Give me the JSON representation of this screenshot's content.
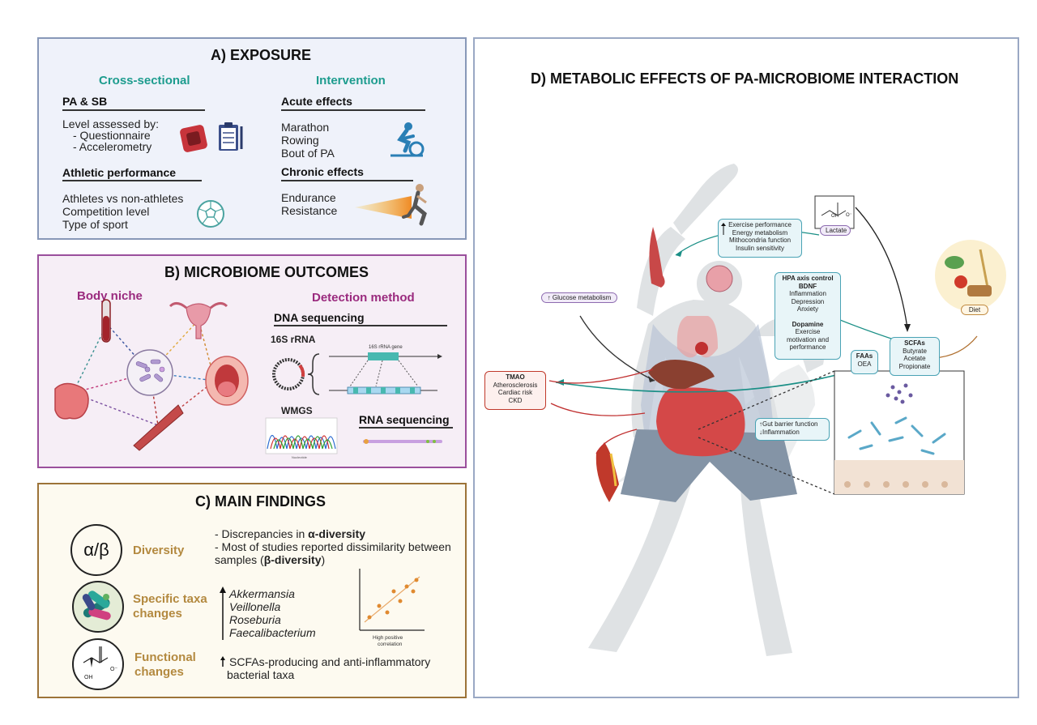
{
  "panelA": {
    "title": "A) EXPOSURE",
    "cross_sectional": "Cross-sectional",
    "intervention": "Intervention",
    "pa_sb": "PA & SB",
    "level_assessed": "Level assessed by:",
    "questionnaire": "- Questionnaire",
    "accelerometry": "- Accelerometry",
    "athletic_performance": "Athletic performance",
    "athletes_vs": "Athletes vs non-athletes",
    "competition_level": "Competition level",
    "type_of_sport": "Type of sport",
    "acute_effects": "Acute effects",
    "marathon": "Marathon",
    "rowing": "Rowing",
    "bout_of_pa": "Bout of PA",
    "chronic_effects": "Chronic effects",
    "endurance": "Endurance",
    "resistance": "Resistance"
  },
  "panelB": {
    "title": "B) MICROBIOME OUTCOMES",
    "body_niche": "Body niche",
    "detection_method": "Detection method",
    "dna_sequencing": "DNA sequencing",
    "rrna_16s": "16S rRNA",
    "rrna_gene": "16S rRNA gene",
    "wmgs": "WMGS",
    "rna_sequencing": "RNA sequencing",
    "nucleotide": "Nucleotide"
  },
  "panelC": {
    "title": "C) MAIN FINDINGS",
    "alpha_beta": "α/β",
    "diversity": "Diversity",
    "div_line1_a": "- Discrepancies in ",
    "div_line1_b": "α-diversity",
    "div_line2": "- Most of studies reported dissimilarity between",
    "div_line3_a": "samples (",
    "div_line3_b": "β-diversity",
    "div_line3_c": ")",
    "specific_taxa_1": "Specific taxa",
    "specific_taxa_2": "changes",
    "taxa": [
      "Akkermansia",
      "Veillonella",
      "Roseburia",
      "Faecalibacterium"
    ],
    "high_positive_1": "High positive",
    "high_positive_2": "correlation",
    "functional_1": "Functional",
    "functional_2": "changes",
    "scfa_line1": "SCFAs-producing and anti-inflammatory",
    "scfa_line2": "bacterial taxa",
    "oh": "OH",
    "o_minus": "O⁻"
  },
  "panelD": {
    "title": "D) METABOLIC EFFECTS OF PA-MICROBIOME INTERACTION",
    "exercise_box": [
      "Exercise performance",
      "Energy metabolism",
      "Mithocondria function",
      "Insulin sensitivity"
    ],
    "lactate": "Lactate",
    "oh": "OH",
    "o_minus": "O⁻",
    "glucose": "Glucose metabolism",
    "hpa": "HPA axis control",
    "bdnf": "BDNF",
    "inflammation": "Inflammation",
    "depression": "Depression",
    "anxiety": "Anxiety",
    "dopamine": "Dopamine",
    "exercise_motivation": [
      "Exercise",
      "motivation and",
      "performance"
    ],
    "diet": "Diet",
    "scfas": "SCFAs",
    "butyrate": "Butyrate",
    "acetate": "Acetate",
    "propionate": "Propionate",
    "faas": "FAAs",
    "oea": "OEA",
    "tmao": "TMAO",
    "atherosclerosis": "Atherosclerosis",
    "cardiac_risk": "Cardiac risk",
    "ckd": "CKD",
    "gut_barrier": "Gut barrier function",
    "gut_inflammation": "Inflammation"
  }
}
